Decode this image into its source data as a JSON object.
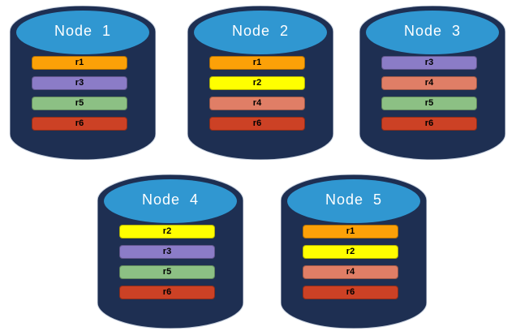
{
  "colors": {
    "cylinder_body": "#1E2F52",
    "cylinder_top": "#3097D1",
    "cylinder_outline": "#C9D2DF",
    "node_title_text": "#FFFFFF",
    "bar_label_text": "#000000",
    "replicas": {
      "r1": "#FCA108",
      "r2": "#FFFF00",
      "r3": "#8B7CC7",
      "r4": "#E07E66",
      "r5": "#8CC084",
      "r6": "#CC4125"
    }
  },
  "nodes": [
    {
      "title": "Node  1",
      "replicas": [
        "r1",
        "r3",
        "r5",
        "r6"
      ]
    },
    {
      "title": "Node  2",
      "replicas": [
        "r1",
        "r2",
        "r4",
        "r6"
      ]
    },
    {
      "title": "Node  3",
      "replicas": [
        "r3",
        "r4",
        "r5",
        "r6"
      ]
    },
    {
      "title": "Node  4",
      "replicas": [
        "r2",
        "r3",
        "r5",
        "r6"
      ]
    },
    {
      "title": "Node  5",
      "replicas": [
        "r1",
        "r2",
        "r4",
        "r6"
      ]
    }
  ]
}
